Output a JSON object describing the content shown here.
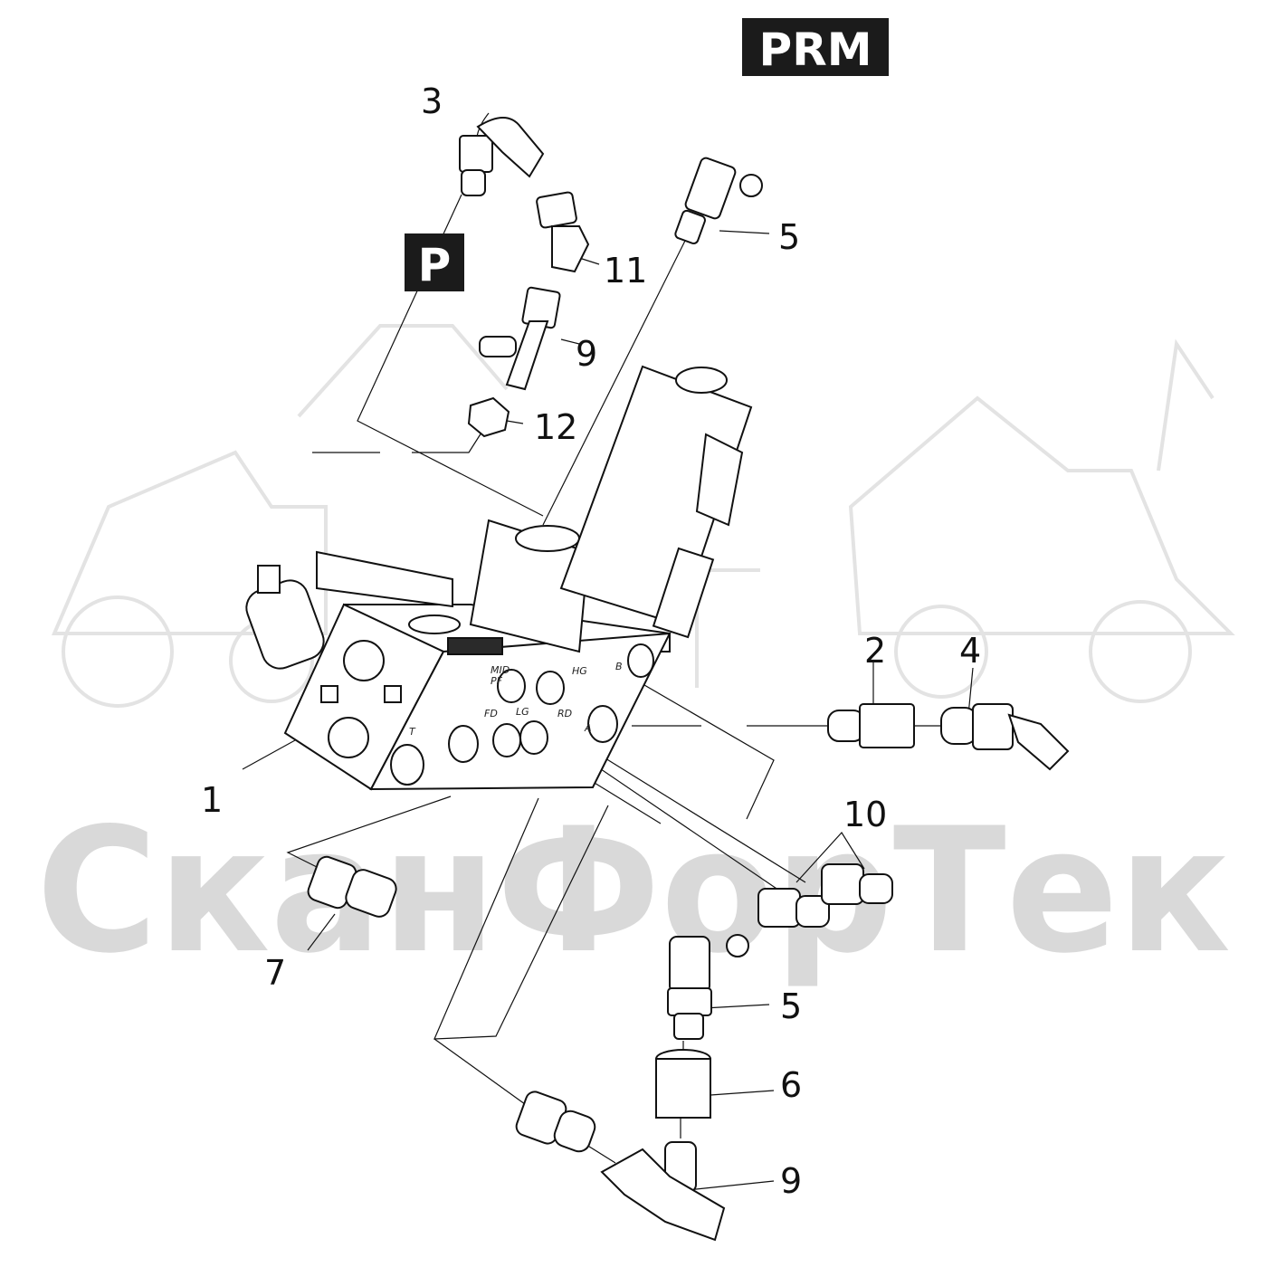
{
  "badges": {
    "prm": "PRM",
    "p": "P"
  },
  "watermark": {
    "text": "СканФорТек"
  },
  "callouts": {
    "c1": "1",
    "c2": "2",
    "c3": "3",
    "c4": "4",
    "c5a": "5",
    "c5b": "5",
    "c6": "6",
    "c7": "7",
    "c9a": "9",
    "c9b": "9",
    "c10": "10",
    "c11": "11",
    "c12": "12"
  },
  "ports": {
    "mid_pf": "MID\nPF",
    "hg": "HG",
    "b": "B",
    "fd": "FD",
    "lg": "LG",
    "rd": "RD",
    "a": "A",
    "t": "T"
  }
}
